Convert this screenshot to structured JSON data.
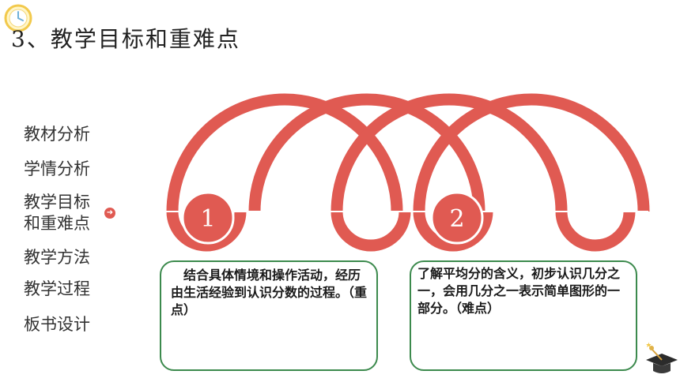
{
  "header": {
    "title": "3、教学目标和重难点",
    "clock_icon": "clock-icon"
  },
  "nav": {
    "items": [
      {
        "label": "教材分析"
      },
      {
        "label": "学情分析"
      },
      {
        "label": "教学目标和重难点",
        "active": true
      },
      {
        "label": "教学方法"
      },
      {
        "label": "教学过程"
      },
      {
        "label": "板书设计"
      }
    ],
    "active_icon": "arrow-right-circle-icon"
  },
  "goals": [
    {
      "number": "1",
      "text": "结合具体情境和操作活动，经历由生活经验到认识分数的过程。（重点）"
    },
    {
      "number": "2",
      "text": "了解平均分的含义，初步认识几分之一，会用几分之一表示简单图形的一部分。（难点）"
    }
  ],
  "decor": {
    "cap_icon": "graduation-cap-icon"
  },
  "colors": {
    "accent": "#e05a52",
    "card_border": "#3c8a4d"
  }
}
